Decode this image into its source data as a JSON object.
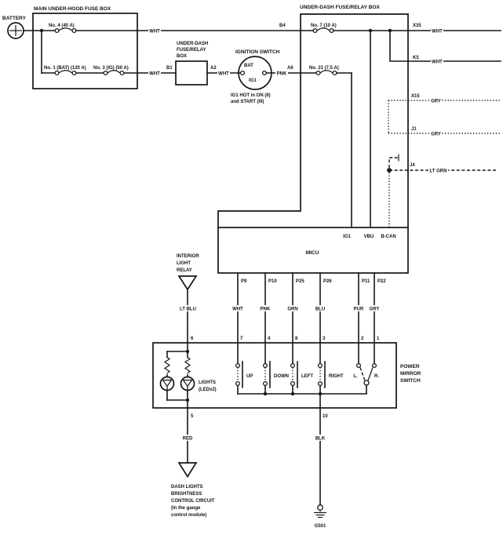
{
  "labels": {
    "battery": "BATTERY",
    "main_fuse_box": "MAIN UNDER-HOOD FUSE BOX",
    "fuse_no4": "No. 4 (40 A)",
    "fuse_no1": "No. 1 (BAT) (120 A)",
    "fuse_no3": "No. 3 (IG) (50 A)",
    "under_dash_small": {
      "l1": "UNDER-DASH",
      "l2": "FUSE/RELAY",
      "l3": "BOX"
    },
    "under_dash_main": "UNDER-DASH FUSE/RELAY BOX",
    "fuse_no7": "No. 7 (10 A)",
    "fuse_no21": "No. 21 (7.5 A)",
    "ignition": {
      "title": "IGNITION SWITCH",
      "bat": "BAT",
      "ig1": "IG1",
      "note1": "IG1 HOT in ON (II)",
      "note2": "and START (III)"
    },
    "terminals": {
      "b1": "B1",
      "a2": "A2",
      "b4": "B4",
      "a6": "A6",
      "x35": "X35",
      "k5": "K5",
      "x15": "X15",
      "j1": "J1",
      "j4": "J4"
    },
    "wires": {
      "wht": "WHT",
      "pnk": "PNK",
      "grn": "GRN",
      "blu": "BLU",
      "pur": "PUR",
      "gry": "GRY",
      "lt_grn": "LT GRN",
      "lt_blu": "LT BLU",
      "red": "RED",
      "blk": "BLK"
    },
    "micu": {
      "title": "MICU",
      "ig1": "IG1",
      "vbu": "VBU",
      "bcan": "B-CAN",
      "p9": "P9",
      "p10": "P10",
      "p25": "P25",
      "p26": "P26",
      "p11": "P11",
      "p22": "P22"
    },
    "relay": {
      "l1": "INTERIOR",
      "l2": "LIGHT",
      "l3": "RELAY"
    },
    "mirror_switch": {
      "l1": "POWER",
      "l2": "MIRROR",
      "l3": "SWITCH",
      "up": "UP",
      "down": "DOWN",
      "left": "LEFT",
      "right": "RIGHT",
      "sel_l": "L.",
      "sel_r": "R.",
      "lights1": "LIGHTS",
      "lights2": "(LEDx2)"
    },
    "pins": {
      "n1": "1",
      "n2": "2",
      "n3": "3",
      "n4": "4",
      "n5": "5",
      "n6": "6",
      "n7": "7",
      "n8": "8",
      "n10": "10"
    },
    "dash_lights": {
      "l1": "DASH LIGHTS",
      "l2": "BRIGHTNESS",
      "l3": "CONTROL CIRCUIT",
      "l4": "(In the gauge",
      "l5": "control module)"
    },
    "ground": "G501"
  },
  "colors": {
    "line": "#161616",
    "background": "#ffffff"
  }
}
